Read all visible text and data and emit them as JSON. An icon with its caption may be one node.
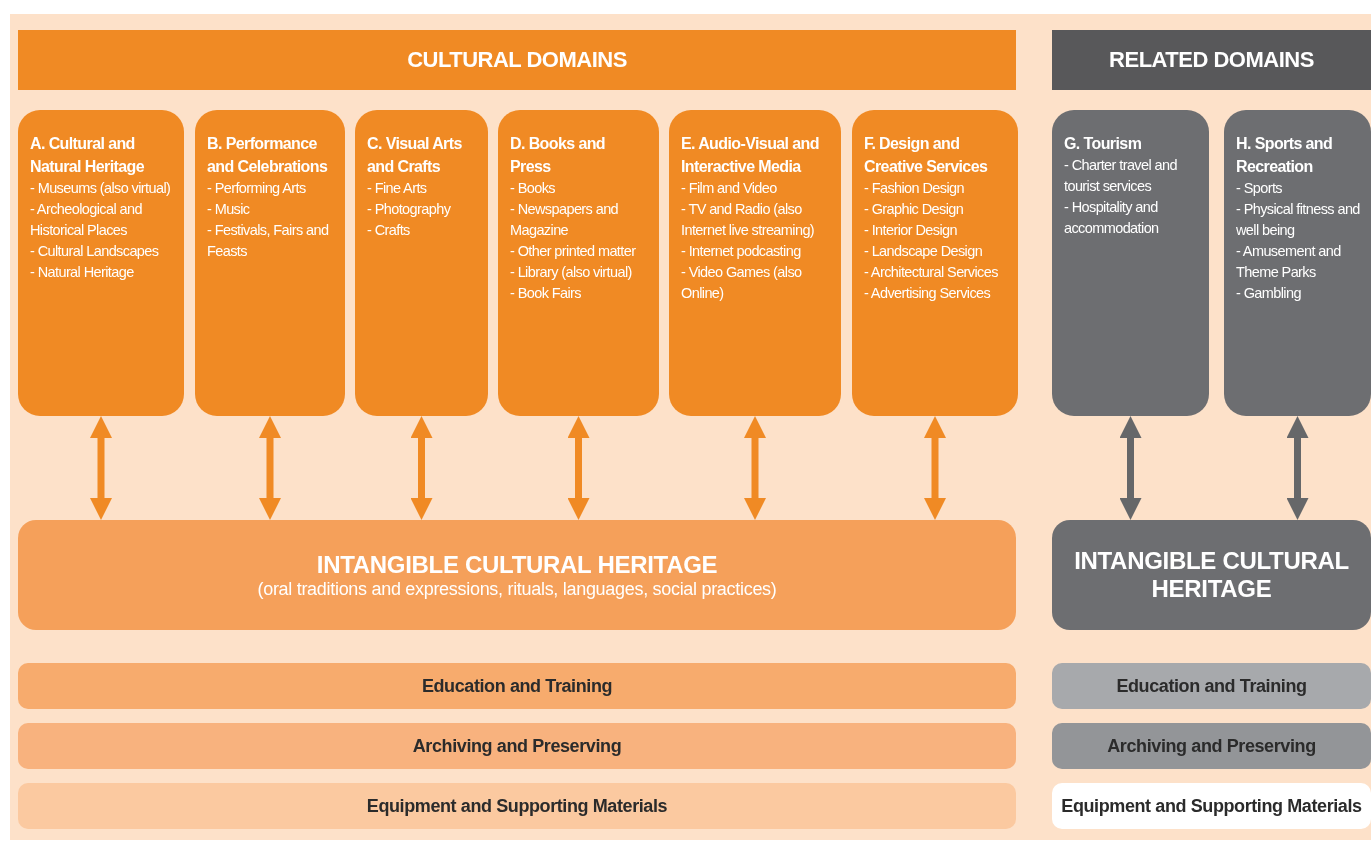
{
  "diagram": {
    "nodes": [
      {
        "text": [
          "CULTURAL DOMAINS"
        ]
      },
      {
        "text": [
          "RELATED DOMAINS"
        ]
      },
      {
        "text": [
          "A. Cultural and Natural Heritage",
          "- Museums (also virtual)",
          "- Archeological and Historical Places",
          "- Cultural Landscapes",
          "- Natural Heritage"
        ]
      },
      {
        "text": [
          "B. Performance and Celebrations",
          "- Performing Arts",
          "- Music",
          "- Festivals, Fairs and Feasts"
        ]
      },
      {
        "text": [
          "C. Visual Arts and Crafts",
          "- Fine Arts",
          "- Photography",
          "- Crafts"
        ]
      },
      {
        "text": [
          "D. Books and Press",
          "- Books",
          "- Newspapers and Magazine",
          "- Other printed matter",
          "- Library (also virtual)",
          "- Book Fairs"
        ]
      },
      {
        "text": [
          "E. Audio-Visual and Interactive Media",
          "- Film and Video",
          "- TV and Radio (also Internet live streaming)",
          "- Internet podcasting",
          "- Video Games (also Online)"
        ]
      },
      {
        "text": [
          "F. Design and Creative Services",
          "- Fashion Design",
          "- Graphic Design",
          "- Interior Design",
          "- Landscape Design",
          "- Architectural Services",
          "- Advertising Services"
        ]
      },
      {
        "text": [
          "G. Tourism",
          "- Charter travel and tourist services",
          "- Hospitality and accommodation"
        ]
      },
      {
        "text": [
          "H. Sports and Recreation",
          "- Sports",
          "- Physical fitness and well being",
          "- Amusement and Theme Parks",
          "- Gambling"
        ]
      },
      {
        "text": [
          "INTANGIBLE CULTURAL HERITAGE",
          "(oral traditions and expressions, rituals, languages, social practices)"
        ]
      },
      {
        "text": [
          "INTANGIBLE CULTURAL HERITAGE"
        ]
      },
      {
        "text": [
          "Education and Training"
        ]
      },
      {
        "text": [
          "Education and Training"
        ]
      },
      {
        "text": [
          "Archiving and Preserving"
        ]
      },
      {
        "text": [
          "Archiving and Preserving"
        ]
      },
      {
        "text": [
          "Equipment and Supporting Materials"
        ]
      },
      {
        "text": [
          "Equipment and Supporting Materials"
        ]
      }
    ],
    "edges": [
      {
        "from": 2,
        "to": 10,
        "arrow": "both"
      },
      {
        "from": 3,
        "to": 10,
        "arrow": "both"
      },
      {
        "from": 4,
        "to": 10,
        "arrow": "both"
      },
      {
        "from": 5,
        "to": 10,
        "arrow": "both"
      },
      {
        "from": 6,
        "to": 10,
        "arrow": "both"
      },
      {
        "from": 7,
        "to": 10,
        "arrow": "both"
      },
      {
        "from": 8,
        "to": 11,
        "arrow": "both",
        "color": "#666769"
      },
      {
        "from": 9,
        "to": 11,
        "arrow": "both",
        "color": "#666769"
      }
    ]
  }
}
